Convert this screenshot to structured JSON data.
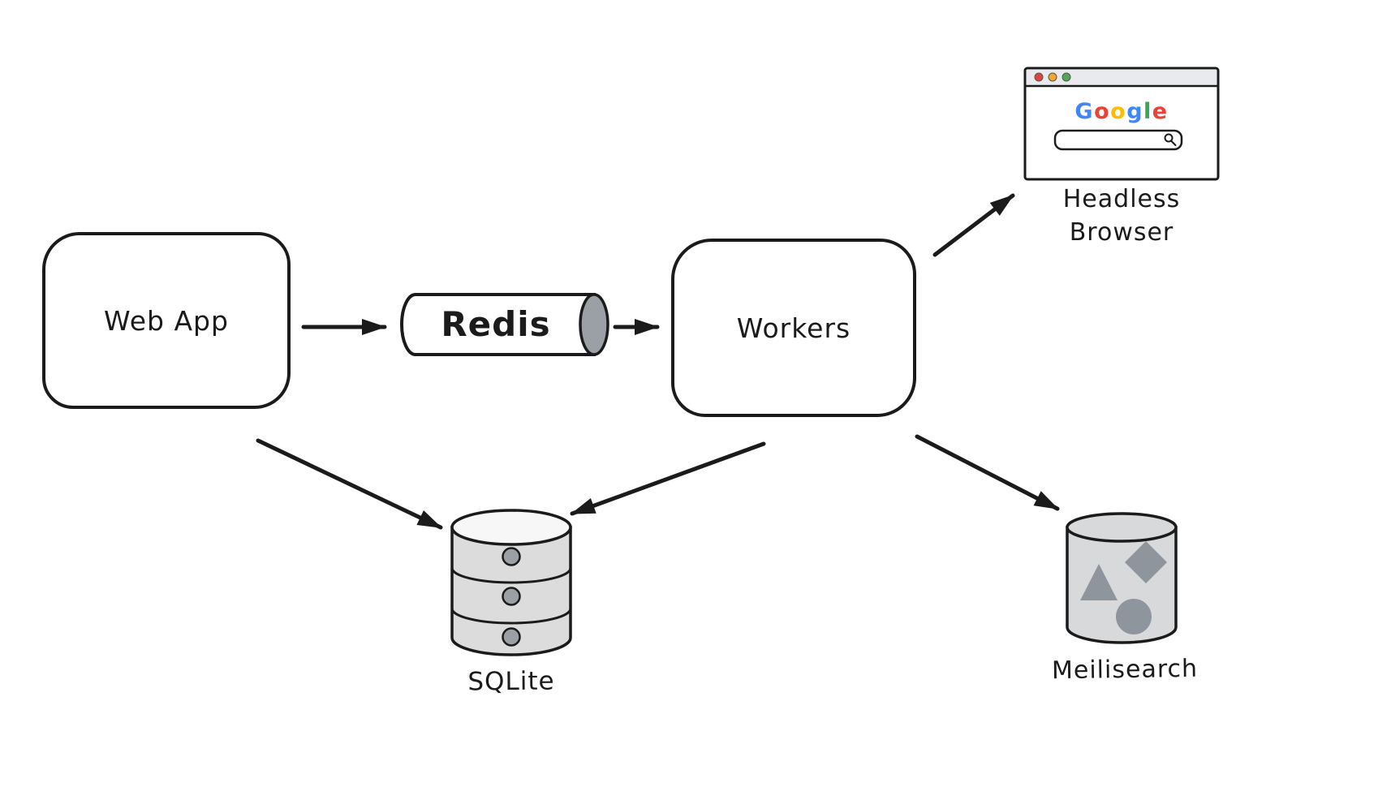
{
  "nodes": {
    "web_app": {
      "label": "Web App"
    },
    "redis_queue": {
      "label": "Redis"
    },
    "workers": {
      "label": "Workers"
    },
    "headless_browser": {
      "label": "Headless Browser"
    },
    "sqlite_db": {
      "label": "SQLite"
    },
    "meilisearch": {
      "label": "Meilisearch"
    }
  },
  "edges": [
    {
      "from": "web_app",
      "to": "redis_queue"
    },
    {
      "from": "redis_queue",
      "to": "workers"
    },
    {
      "from": "workers",
      "to": "headless_browser"
    },
    {
      "from": "web_app",
      "to": "sqlite_db"
    },
    {
      "from": "workers",
      "to": "sqlite_db"
    },
    {
      "from": "workers",
      "to": "meilisearch"
    }
  ],
  "browser_window": {
    "logo_letters": [
      {
        "char": "G",
        "color": "#4285F4"
      },
      {
        "char": "o",
        "color": "#EA4335"
      },
      {
        "char": "o",
        "color": "#FBBC05"
      },
      {
        "char": "g",
        "color": "#4285F4"
      },
      {
        "char": "l",
        "color": "#34A853"
      },
      {
        "char": "e",
        "color": "#EA4335"
      }
    ],
    "traffic_light_colors": [
      "#E0443E",
      "#F4A62A",
      "#51A754"
    ]
  },
  "colors": {
    "stroke": "#1b1b1b",
    "background": "#ffffff",
    "cylinder_cap_fill": "#9aa0a6",
    "db_body_fill": "#dcdcdc",
    "db_top_fill": "#f7f7f7",
    "bucket_body_fill": "#d7d9db",
    "bucket_shape_fill": "#8e959c",
    "titlebar_fill": "#e8eaed"
  }
}
